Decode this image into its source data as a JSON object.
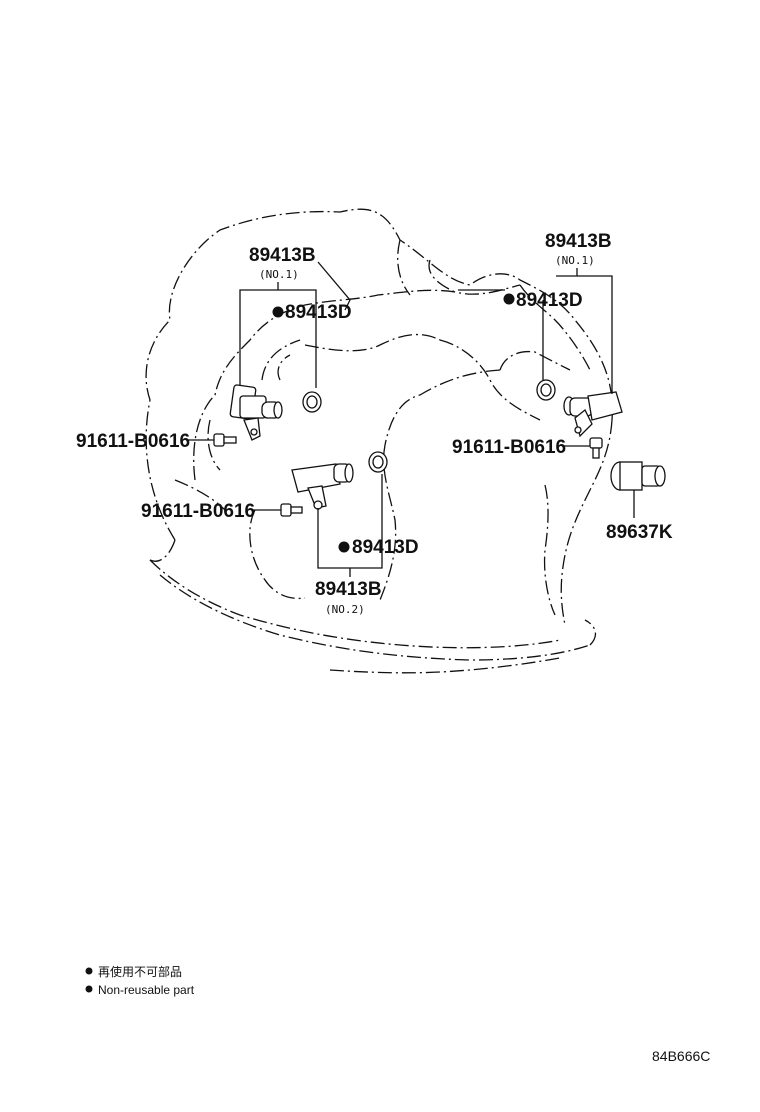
{
  "labels": {
    "sensor_no1_left": "89413B",
    "sensor_no1_left_note": "(NO.1)",
    "oring_left": "89413D",
    "bolt_left": "91611-B0616",
    "bolt_middle": "91611-B0616",
    "oring_middle": "89413D",
    "sensor_no2": "89413B",
    "sensor_no2_note": "(NO.2)",
    "sensor_no1_right": "89413B",
    "sensor_no1_right_note": "(NO.1)",
    "oring_right": "89413D",
    "bolt_right": "91611-B0616",
    "switch_right": "89637K"
  },
  "legend": {
    "japanese": "再使用不可部品",
    "english": "Non-reusable part"
  },
  "drawing_code": "84B666C"
}
